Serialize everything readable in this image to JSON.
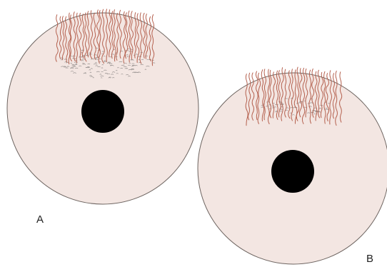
{
  "panels": [
    {
      "id": "A",
      "label": "A"
    },
    {
      "id": "B",
      "label": "B"
    }
  ],
  "colors": {
    "cell_fill": "#f3e6e2",
    "cell_stroke": "#6d6460",
    "nucleus": "#000000",
    "cilia": "#b5614f",
    "dotted_zone": "#9a9492",
    "background": "#ffffff"
  }
}
